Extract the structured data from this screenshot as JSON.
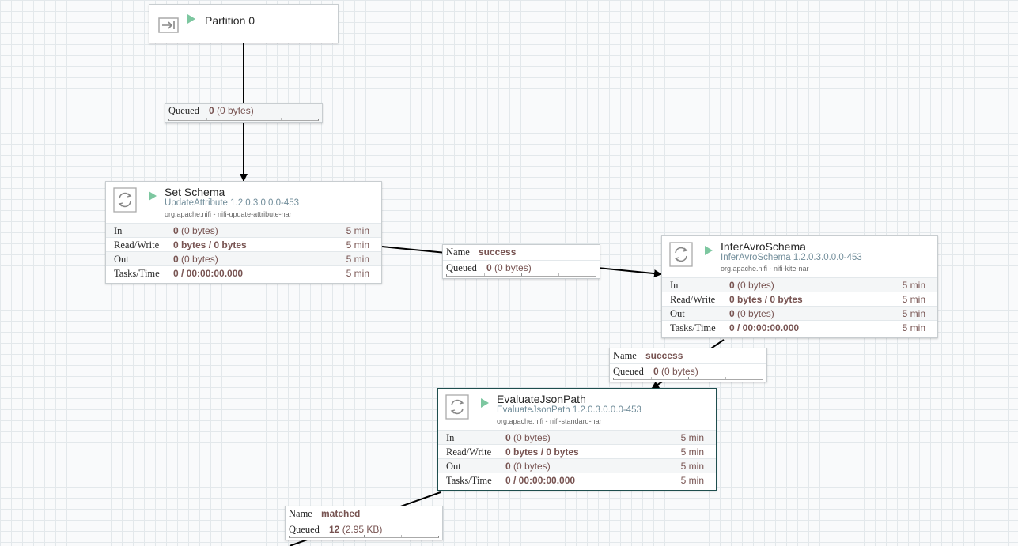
{
  "canvas": {
    "input_port": {
      "name": "Partition 0"
    },
    "processors": [
      {
        "name": "Set Schema",
        "type": "UpdateAttribute 1.2.0.3.0.0.0-453",
        "bundle": "org.apache.nifi - nifi-update-attribute-nar",
        "stats": {
          "in_label": "In",
          "in_count": "0",
          "in_size": "(0 bytes)",
          "in_time": "5 min",
          "rw_label": "Read/Write",
          "rw_value": "0 bytes / 0 bytes",
          "rw_time": "5 min",
          "out_label": "Out",
          "out_count": "0",
          "out_size": "(0 bytes)",
          "out_time": "5 min",
          "tasks_label": "Tasks/Time",
          "tasks_value": "0 / 00:00:00.000",
          "tasks_time": "5 min"
        }
      },
      {
        "name": "InferAvroSchema",
        "type": "InferAvroSchema 1.2.0.3.0.0.0-453",
        "bundle": "org.apache.nifi - nifi-kite-nar",
        "stats": {
          "in_label": "In",
          "in_count": "0",
          "in_size": "(0 bytes)",
          "in_time": "5 min",
          "rw_label": "Read/Write",
          "rw_value": "0 bytes / 0 bytes",
          "rw_time": "5 min",
          "out_label": "Out",
          "out_count": "0",
          "out_size": "(0 bytes)",
          "out_time": "5 min",
          "tasks_label": "Tasks/Time",
          "tasks_value": "0 / 00:00:00.000",
          "tasks_time": "5 min"
        }
      },
      {
        "name": "EvaluateJsonPath",
        "type": "EvaluateJsonPath 1.2.0.3.0.0.0-453",
        "bundle": "org.apache.nifi - nifi-standard-nar",
        "stats": {
          "in_label": "In",
          "in_count": "0",
          "in_size": "(0 bytes)",
          "in_time": "5 min",
          "rw_label": "Read/Write",
          "rw_value": "0 bytes / 0 bytes",
          "rw_time": "5 min",
          "out_label": "Out",
          "out_count": "0",
          "out_size": "(0 bytes)",
          "out_time": "5 min",
          "tasks_label": "Tasks/Time",
          "tasks_value": "0 / 00:00:00.000",
          "tasks_time": "5 min"
        }
      }
    ],
    "connections": [
      {
        "queued_label": "Queued",
        "queued_count": "0",
        "queued_size": "(0 bytes)"
      },
      {
        "name_label": "Name",
        "name": "success",
        "queued_label": "Queued",
        "queued_count": "0",
        "queued_size": "(0 bytes)"
      },
      {
        "name_label": "Name",
        "name": "success",
        "queued_label": "Queued",
        "queued_count": "0",
        "queued_size": "(0 bytes)"
      },
      {
        "name_label": "Name",
        "name": "matched",
        "queued_label": "Queued",
        "queued_count": "12",
        "queued_size": "(2.95 KB)"
      }
    ]
  },
  "icons": {
    "input_port": "input-port-icon",
    "processor": "processor-icon",
    "run": "run-status-icon"
  },
  "colors": {
    "grid": "#e3e8eb",
    "run_status": "#7dc7a0",
    "value_text": "#775351",
    "processor_type": "#728e9b",
    "selected_border": "#1e4e4e"
  }
}
